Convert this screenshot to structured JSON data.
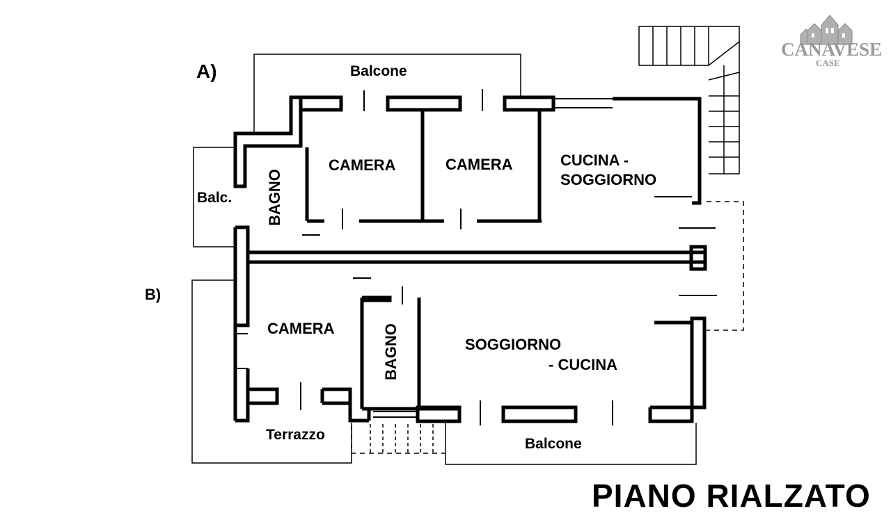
{
  "plan": {
    "section_a": "A)",
    "section_b": "B)",
    "rooms_a": {
      "balcone": "Balcone",
      "camera_1": "CAMERA",
      "camera_2": "CAMERA",
      "cucina_line1": "CUCINA -",
      "cucina_line2": "SOGGIORNO",
      "bagno": "BAGNO",
      "balc": "Balc."
    },
    "rooms_b": {
      "camera": "CAMERA",
      "bagno": "BAGNO",
      "soggiorno_line1": "SOGGIORNO",
      "soggiorno_line2": "- CUCINA",
      "terrazzo": "Terrazzo",
      "balcone": "Balcone"
    },
    "title": "PIANO RIALZATO"
  },
  "logo": {
    "name": "CANAVESE",
    "sub": "CASE"
  }
}
